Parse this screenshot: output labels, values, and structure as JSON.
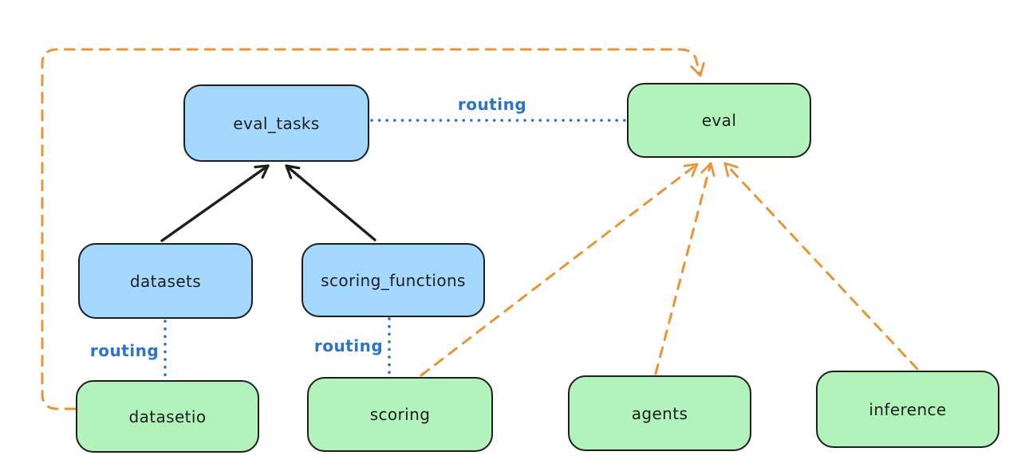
{
  "nodes": {
    "eval_tasks": {
      "label": "eval_tasks",
      "kind": "api",
      "fill": "#a5d8ff"
    },
    "eval": {
      "label": "eval",
      "kind": "provider",
      "fill": "#b2f2bb"
    },
    "datasets": {
      "label": "datasets",
      "kind": "api",
      "fill": "#a5d8ff"
    },
    "scoring_functions": {
      "label": "scoring_functions",
      "kind": "api",
      "fill": "#a5d8ff"
    },
    "datasetio": {
      "label": "datasetio",
      "kind": "provider",
      "fill": "#b2f2bb"
    },
    "scoring": {
      "label": "scoring",
      "kind": "provider",
      "fill": "#b2f2bb"
    },
    "agents": {
      "label": "agents",
      "kind": "provider",
      "fill": "#b2f2bb"
    },
    "inference": {
      "label": "inference",
      "kind": "provider",
      "fill": "#b2f2bb"
    }
  },
  "edge_labels": {
    "eval_tasks_eval": "routing",
    "datasets_datasetio": "routing",
    "scoring_functions_scoring": "routing"
  },
  "edges": [
    {
      "from": "datasets",
      "to": "eval_tasks",
      "style": "solid",
      "arrow": true,
      "color": "#1e1e1e"
    },
    {
      "from": "scoring_functions",
      "to": "eval_tasks",
      "style": "solid",
      "arrow": true,
      "color": "#1e1e1e"
    },
    {
      "from": "eval_tasks",
      "to": "eval",
      "style": "dotted",
      "arrow": false,
      "color": "#2b74c9",
      "label": "routing"
    },
    {
      "from": "datasets",
      "to": "datasetio",
      "style": "dotted",
      "arrow": false,
      "color": "#2b74c9",
      "label": "routing"
    },
    {
      "from": "scoring_functions",
      "to": "scoring",
      "style": "dotted",
      "arrow": false,
      "color": "#2b74c9",
      "label": "routing"
    },
    {
      "from": "datasetio",
      "to": "eval",
      "style": "dashed",
      "arrow": true,
      "color": "#eb9435",
      "route": "left-up-over-top"
    },
    {
      "from": "scoring",
      "to": "eval",
      "style": "dashed",
      "arrow": true,
      "color": "#eb9435"
    },
    {
      "from": "agents",
      "to": "eval",
      "style": "dashed",
      "arrow": true,
      "color": "#eb9435"
    },
    {
      "from": "inference",
      "to": "eval",
      "style": "dashed",
      "arrow": true,
      "color": "#eb9435"
    }
  ],
  "colors": {
    "background": "#ffffff",
    "node_blue_fill": "#a5d8ff",
    "node_green_fill": "#b2f2bb",
    "node_stroke": "#1e1e1e",
    "solid_arrow": "#1e1e1e",
    "dashed_arrow_orange": "#eb9435",
    "dotted_line_blue": "#2b74c9",
    "routing_label_blue": "#2b74c9"
  }
}
